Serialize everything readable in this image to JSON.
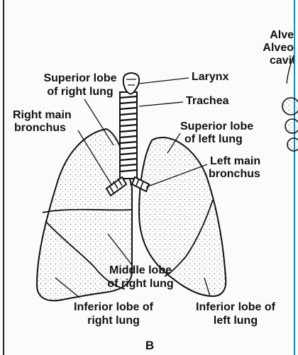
{
  "labels": {
    "superior_right_1": "Superior lobe",
    "superior_right_2": "of right lung",
    "larynx": "Larynx",
    "trachea": "Trachea",
    "right_bronchus_1": "Right main",
    "right_bronchus_2": "bronchus",
    "superior_left_1": "Superior lobe",
    "superior_left_2": "of left lung",
    "left_bronchus_1": "Left main",
    "left_bronchus_2": "bronchus",
    "middle_right_1": "Middle lobe",
    "middle_right_2": "of right lung",
    "inferior_right_1": "Inferior lobe of",
    "inferior_right_2": "right lung",
    "inferior_left_1": "Inferior lobe of",
    "inferior_left_2": "left lung",
    "alve_1": "Alve",
    "alve_2": "Alveo",
    "alve_3": "cavit",
    "panel": "B"
  }
}
